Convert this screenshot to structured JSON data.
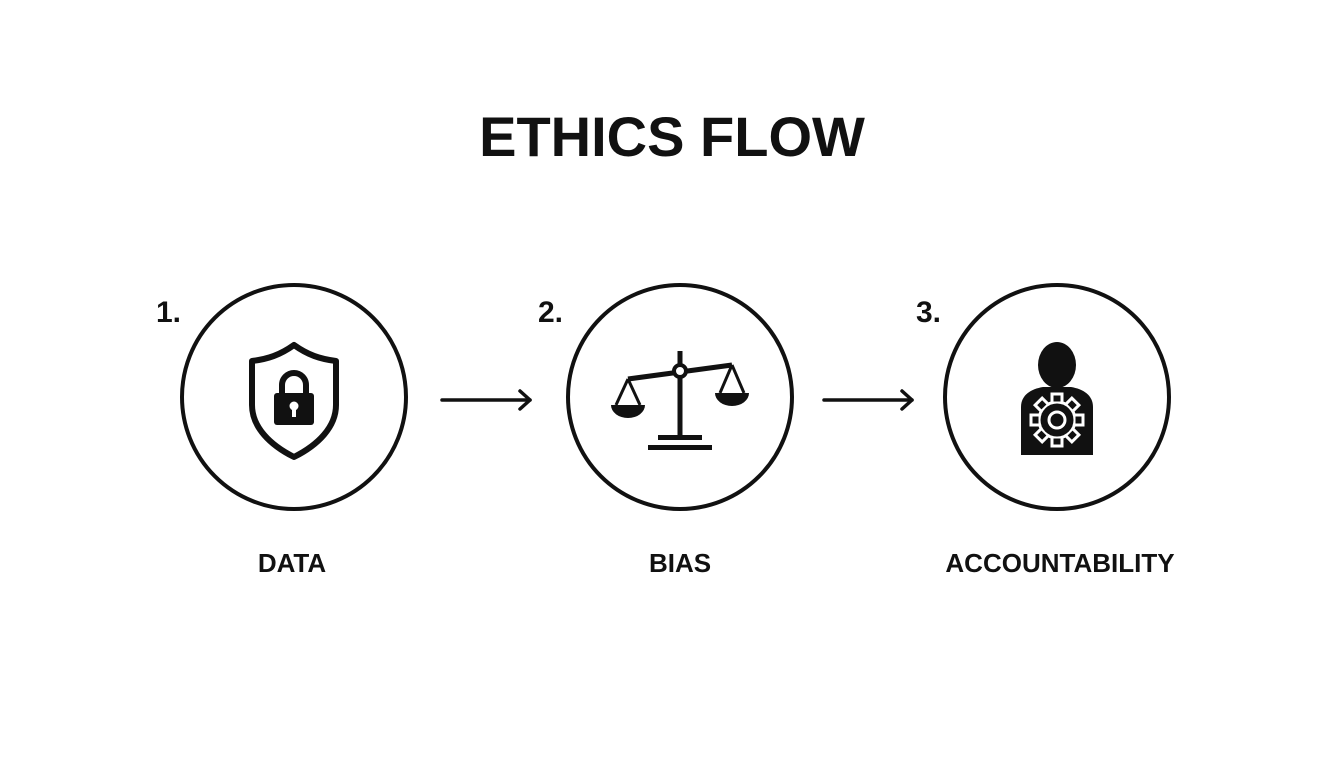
{
  "title": "ETHICS FLOW",
  "steps": [
    {
      "number": "1.",
      "label": "DATA",
      "icon": "shield-lock-icon"
    },
    {
      "number": "2.",
      "label": "BIAS",
      "icon": "scales-icon"
    },
    {
      "number": "3.",
      "label": "ACCOUNTABILITY",
      "icon": "person-gear-icon"
    }
  ],
  "connectors": [
    "arrow-right-icon",
    "arrow-right-icon"
  ],
  "colors": {
    "stroke": "#111111",
    "background": "#ffffff"
  }
}
